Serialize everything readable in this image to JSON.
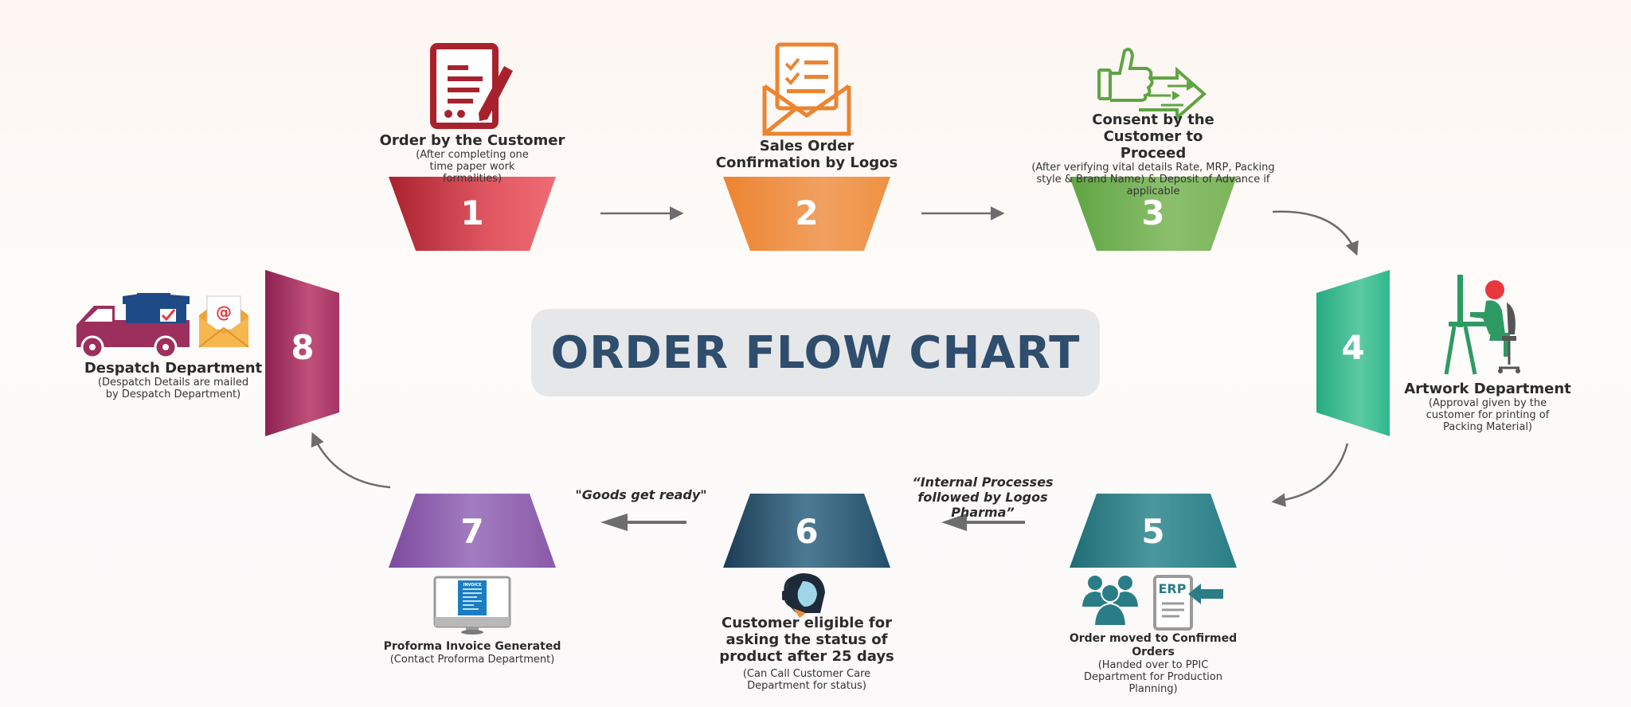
{
  "title": "ORDER FLOW CHART",
  "steps": [
    {
      "number": "1",
      "heading": "Order by the Customer",
      "sub": "(After completing one time paper work formalities)",
      "color": "#c8404d"
    },
    {
      "number": "2",
      "heading": "Sales Order Confirmation by Logos",
      "sub": "",
      "color": "#ee8c3e"
    },
    {
      "number": "3",
      "heading": "Consent by the Customer to Proceed",
      "sub": "(After verifying vital details Rate, MRP, Packing style & Brand Name) & Deposit of Advance if applicable",
      "color": "#72b057"
    },
    {
      "number": "4",
      "heading": "Artwork Department",
      "sub": "(Approval given by the customer for printing of Packing Material)",
      "color": "#2fb88c"
    },
    {
      "number": "5",
      "heading": "Order moved to Confirmed Orders",
      "sub": "(Handed over to PPIC Department for Production Planning)",
      "color": "#2a7d86"
    },
    {
      "number": "6",
      "heading": "Customer eligible for asking the status of product after 25 days",
      "sub": "(Can Call Customer Care Department for status)",
      "color": "#244f6a"
    },
    {
      "number": "7",
      "heading": "Proforma Invoice Generated",
      "sub": "(Contact Proforma Department)",
      "color": "#8a5aa8"
    },
    {
      "number": "8",
      "heading": "Despatch Department",
      "sub": "(Despatch Details are mailed by Despatch Department)",
      "color": "#9c2f5b"
    }
  ],
  "quotes": {
    "internal": "“Internal Processes followed by Logos Pharma”",
    "goods": "\"Goods get ready\""
  },
  "icons": {
    "erp": "ERP",
    "invoice": "INVOICE",
    "at": "@"
  }
}
